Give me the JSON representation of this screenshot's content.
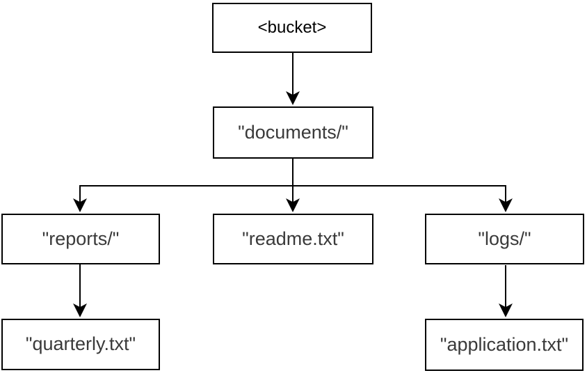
{
  "diagram": {
    "description": "S3 bucket key-prefix hierarchy diagram",
    "colors": {
      "background": "#ffffff",
      "box_fill": "#ffffff",
      "box_border": "#000000",
      "connector": "#000000",
      "root_text": "#000000",
      "label_text": "#3a3a3a"
    },
    "nodes": {
      "bucket": {
        "label": "<bucket>"
      },
      "documents": {
        "label": "\"documents/\""
      },
      "reports": {
        "label": "\"reports/\""
      },
      "readme": {
        "label": "\"readme.txt\""
      },
      "logs": {
        "label": "\"logs/\""
      },
      "quarterly": {
        "label": "\"quarterly.txt\""
      },
      "application": {
        "label": "\"application.txt\""
      }
    },
    "edges": [
      {
        "from": "bucket",
        "to": "documents"
      },
      {
        "from": "documents",
        "to": "reports"
      },
      {
        "from": "documents",
        "to": "readme"
      },
      {
        "from": "documents",
        "to": "logs"
      },
      {
        "from": "reports",
        "to": "quarterly"
      },
      {
        "from": "logs",
        "to": "application"
      }
    ]
  }
}
